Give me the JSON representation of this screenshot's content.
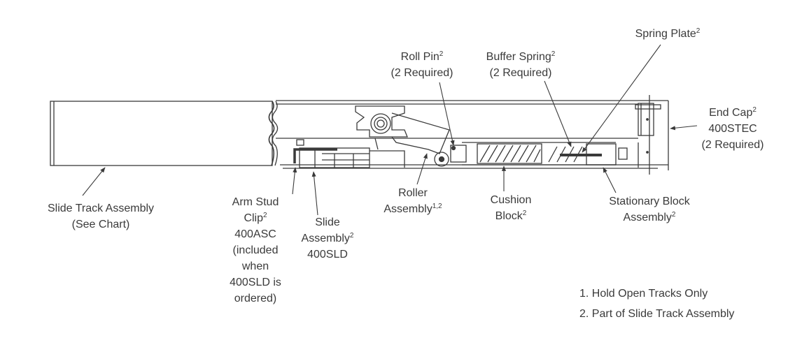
{
  "labels": {
    "slide_track": {
      "line1": "Slide Track  Assembly",
      "line2": "(See Chart)"
    },
    "arm_stud_clip": {
      "l1": "Arm Stud",
      "l2": "Clip",
      "l2_sup": "2",
      "l3": "400ASC",
      "l4": "(included",
      "l5": "when",
      "l6": "400SLD is",
      "l7": "ordered)"
    },
    "slide_assembly": {
      "l1": "Slide",
      "l2": "Assembly",
      "l2_sup": "2",
      "l3": "400SLD"
    },
    "roll_pin": {
      "l1": "Roll Pin",
      "l1_sup": "2",
      "l2": "(2 Required)"
    },
    "buffer_spring": {
      "l1": "Buffer Spring",
      "l1_sup": "2",
      "l2": "(2 Required)"
    },
    "spring_plate": {
      "l1": "Spring Plate",
      "l1_sup": "2"
    },
    "end_cap": {
      "l1": "End Cap",
      "l1_sup": "2",
      "l2": "400STEC",
      "l3": "(2 Required)"
    },
    "roller_assembly": {
      "l1": "Roller",
      "l2": "Assembly",
      "l2_sup": "1,2"
    },
    "cushion_block": {
      "l1": "Cushion",
      "l2": "Block",
      "l2_sup": "2"
    },
    "stationary_block": {
      "l1": "Stationary Block",
      "l2": "Assembly",
      "l2_sup": "2"
    }
  },
  "notes": [
    "1. Hold Open Tracks Only",
    "2. Part of Slide Track Assembly"
  ],
  "colors": {
    "line": "#3a3a3a",
    "text": "#3a3a3a",
    "background": "#ffffff"
  }
}
